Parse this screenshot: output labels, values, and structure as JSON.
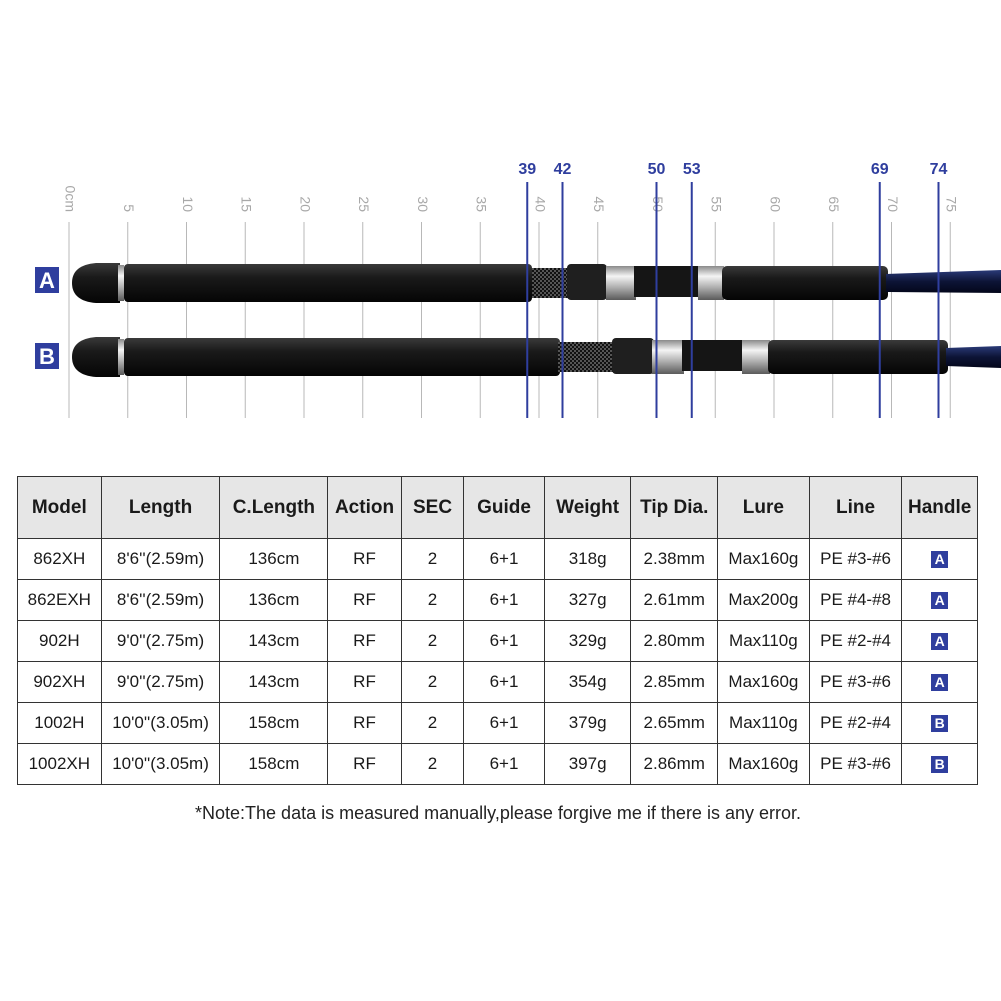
{
  "ruler": {
    "ticks": [
      "0cm",
      "5",
      "10",
      "15",
      "20",
      "25",
      "30",
      "35",
      "40",
      "45",
      "50",
      "55",
      "60",
      "65",
      "70",
      "75"
    ],
    "markers": [
      "39",
      "42",
      "50",
      "53",
      "69",
      "74"
    ],
    "marker_values": [
      39,
      42,
      50,
      53,
      69,
      74
    ],
    "marker_color": "#2f3e9e"
  },
  "handles": {
    "a_label": "A",
    "b_label": "B",
    "badge_color": "#2f3e9e"
  },
  "table": {
    "headers": [
      "Model",
      "Length",
      "C.Length",
      "Action",
      "SEC",
      "Guide",
      "Weight",
      "Tip Dia.",
      "Lure",
      "Line",
      "Handle"
    ],
    "rows": [
      [
        "862XH",
        "8'6''(2.59m)",
        "136cm",
        "RF",
        "2",
        "6+1",
        "318g",
        "2.38mm",
        "Max160g",
        "PE #3-#6",
        "A"
      ],
      [
        "862EXH",
        "8'6''(2.59m)",
        "136cm",
        "RF",
        "2",
        "6+1",
        "327g",
        "2.61mm",
        "Max200g",
        "PE #4-#8",
        "A"
      ],
      [
        "902H",
        "9'0''(2.75m)",
        "143cm",
        "RF",
        "2",
        "6+1",
        "329g",
        "2.80mm",
        "Max110g",
        "PE #2-#4",
        "A"
      ],
      [
        "902XH",
        "9'0''(2.75m)",
        "143cm",
        "RF",
        "2",
        "6+1",
        "354g",
        "2.85mm",
        "Max160g",
        "PE #3-#6",
        "A"
      ],
      [
        "1002H",
        "10'0''(3.05m)",
        "158cm",
        "RF",
        "2",
        "6+1",
        "379g",
        "2.65mm",
        "Max110g",
        "PE #2-#4",
        "B"
      ],
      [
        "1002XH",
        "10'0''(3.05m)",
        "158cm",
        "RF",
        "2",
        "6+1",
        "397g",
        "2.86mm",
        "Max160g",
        "PE #3-#6",
        "B"
      ]
    ]
  },
  "note": "*Note:The data is measured manually,please forgive me if there is any error."
}
